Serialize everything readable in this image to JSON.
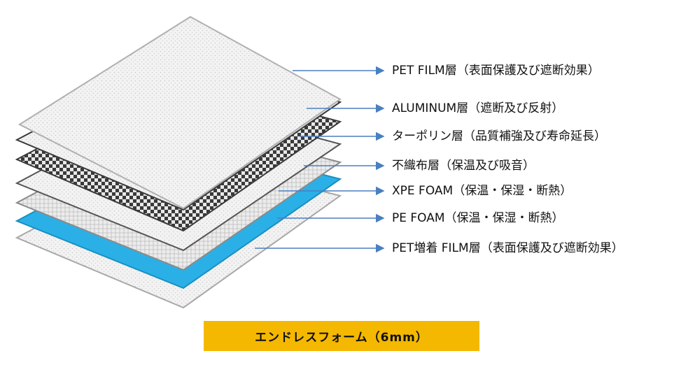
{
  "layers": [
    {
      "label": "PET FILM層（表面保護及び遮断効果）",
      "pattern": "fine"
    },
    {
      "label": "ALUMINUM層（遮断及び反射）",
      "pattern": "fine"
    },
    {
      "label": "ターポリン層（品質補強及び寿命延長）",
      "pattern": "checker"
    },
    {
      "label": "不織布層（保温及び吸音）",
      "pattern": "fine"
    },
    {
      "label": "XPE FOAM（保温・保湿・断熱）",
      "pattern": "weave"
    },
    {
      "label": "PE FOAM（保温・保湿・断熱）",
      "pattern": "blue"
    },
    {
      "label": "PET増着 FILM層（表面保護及び遮断効果）",
      "pattern": "fine"
    }
  ],
  "caption": "エンドレスフォーム（6mm）",
  "colors": {
    "arrow": "#4a7fc1",
    "caption_bg": "#f5b800",
    "blue_layer": "#2ab0e6"
  }
}
